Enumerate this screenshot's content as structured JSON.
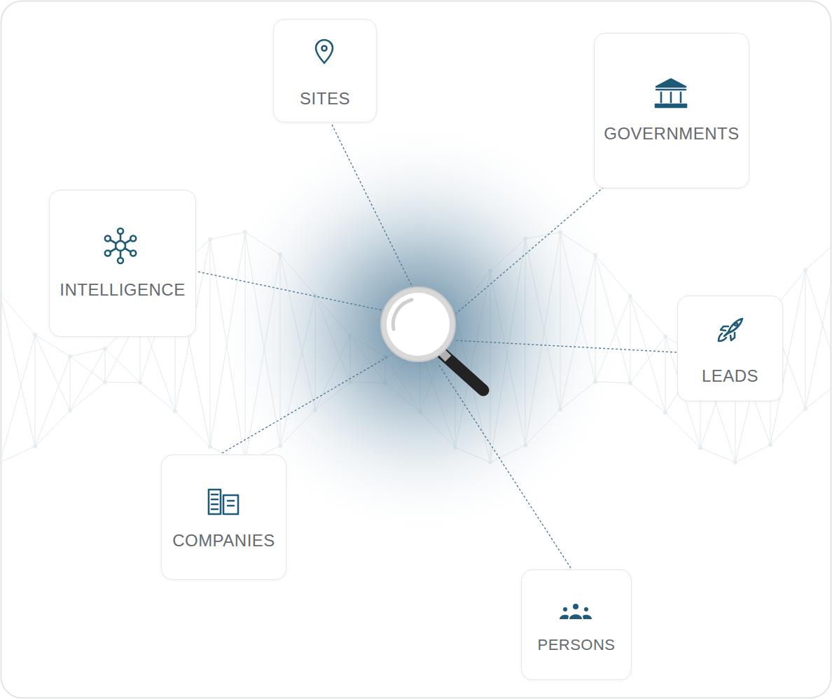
{
  "diagram": {
    "nodes": [
      {
        "text": [
          "SITES"
        ]
      },
      {
        "text": [
          "GOVERNMENTS"
        ]
      },
      {
        "text": [
          "INTELLIGENCE"
        ]
      },
      {
        "text": [
          "LEADS"
        ]
      },
      {
        "text": [
          "COMPANIES"
        ]
      },
      {
        "text": [
          "PERSONS"
        ]
      }
    ]
  }
}
